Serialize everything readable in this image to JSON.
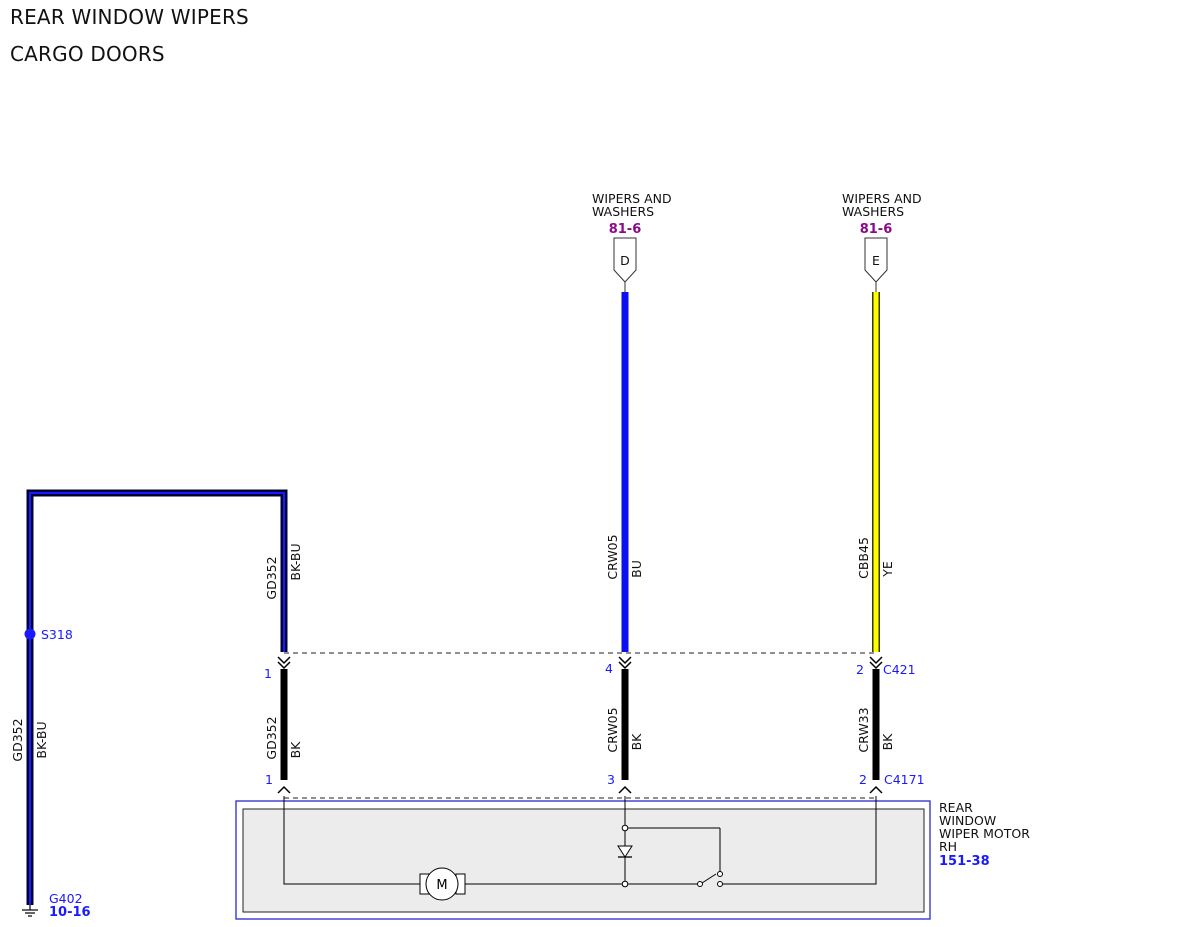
{
  "header": {
    "title": "REAR WINDOW WIPERS",
    "subtitle": "CARGO DOORS"
  },
  "colors": {
    "wire_bk_bu_outer": "#000033",
    "wire_bk_bu_inner": "#1a1aff",
    "wire_bu": "#0a10f0",
    "wire_ye": "#ffff00",
    "wire_bk": "#000000",
    "pin_text": "#1a1aff",
    "page_ref_purple": "#8b0a8b",
    "page_ref_blue": "#1a1aff",
    "component_outline": "#2a2ad0",
    "component_fill": "#ececec"
  },
  "connectors_top": [
    {
      "id": "D",
      "title_line1": "WIPERS AND",
      "title_line2": "WASHERS",
      "page_ref": "81-6"
    },
    {
      "id": "E",
      "title_line1": "WIPERS AND",
      "title_line2": "WASHERS",
      "page_ref": "81-6"
    }
  ],
  "wires": {
    "gd352_top": {
      "circuit": "GD352",
      "color": "BK-BU"
    },
    "gd352_left": {
      "circuit": "GD352",
      "color": "BK-BU"
    },
    "crw05_top": {
      "circuit": "CRW05",
      "color": "BU"
    },
    "cbb45_top": {
      "circuit": "CBB45",
      "color": "YE"
    },
    "gd352_mid": {
      "circuit": "GD352",
      "color": "BK"
    },
    "crw05_mid": {
      "circuit": "CRW05",
      "color": "BK"
    },
    "crw33_mid": {
      "circuit": "CRW33",
      "color": "BK"
    }
  },
  "splice": {
    "label": "S318"
  },
  "ground": {
    "label": "G402",
    "page_ref": "10-16"
  },
  "connector_c421": {
    "label": "C421",
    "pins": [
      "1",
      "4",
      "2"
    ]
  },
  "connector_c4171": {
    "label": "C4171",
    "pins": [
      "1",
      "3",
      "2"
    ]
  },
  "component": {
    "line1": "REAR",
    "line2": "WINDOW",
    "line3": "WIPER MOTOR",
    "line4": "RH",
    "page_ref": "151-38",
    "motor_symbol": "M"
  }
}
